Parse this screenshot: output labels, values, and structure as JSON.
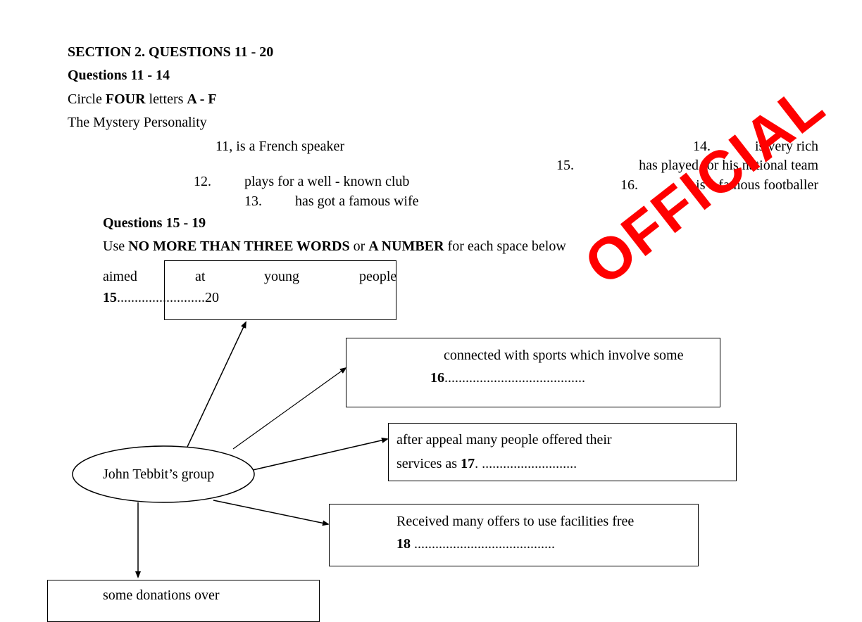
{
  "heading": {
    "section": "SECTION 2. QUESTIONS 11 - 20",
    "q11_14": "Questions 11 - 14",
    "instr_pre": "Circle ",
    "instr_four": "FOUR",
    "instr_mid": " letters ",
    "instr_af": "A - F",
    "title": "The Mystery Personality"
  },
  "items": {
    "i11": "11, is a French speaker",
    "i12_num": "12.",
    "i12_text": "plays for a well - known club",
    "i13_num": "13.",
    "i13_text": "has got a famous wife",
    "i14_num": "14.",
    "i14_text": "is very rich",
    "i15_num": "15.",
    "i15_text": "has played for his national team",
    "i16_num": "16.",
    "i16_text": "is a famous footballer"
  },
  "q15_19": {
    "title": "Questions 15 - 19",
    "instr_pre": "Use ",
    "instr_bold1": "NO MORE THAN THREE WORDS",
    "instr_mid": " or ",
    "instr_bold2": "A NUMBER",
    "instr_post": " for each space below"
  },
  "diagram": {
    "center_label": "John Tebbit’s group",
    "box15": {
      "w1": "aimed",
      "w2": "at",
      "w3": "young",
      "w4": "people",
      "num": "15",
      "dots": ".........................20"
    },
    "box16": {
      "line1": "connected with sports which involve some",
      "num": "16",
      "dots": "........................................"
    },
    "box17": {
      "line1": "after appeal many people offered their",
      "line2_pre": "services as ",
      "num": "17",
      "dots": ". ..........................."
    },
    "box18": {
      "line1": "Received many offers to use facilities free",
      "num": "18",
      "dots": " ........................................"
    },
    "box19": {
      "line1": "some donations over"
    }
  },
  "watermark": {
    "text": "OFFICIAL",
    "color": "#ff0000"
  }
}
